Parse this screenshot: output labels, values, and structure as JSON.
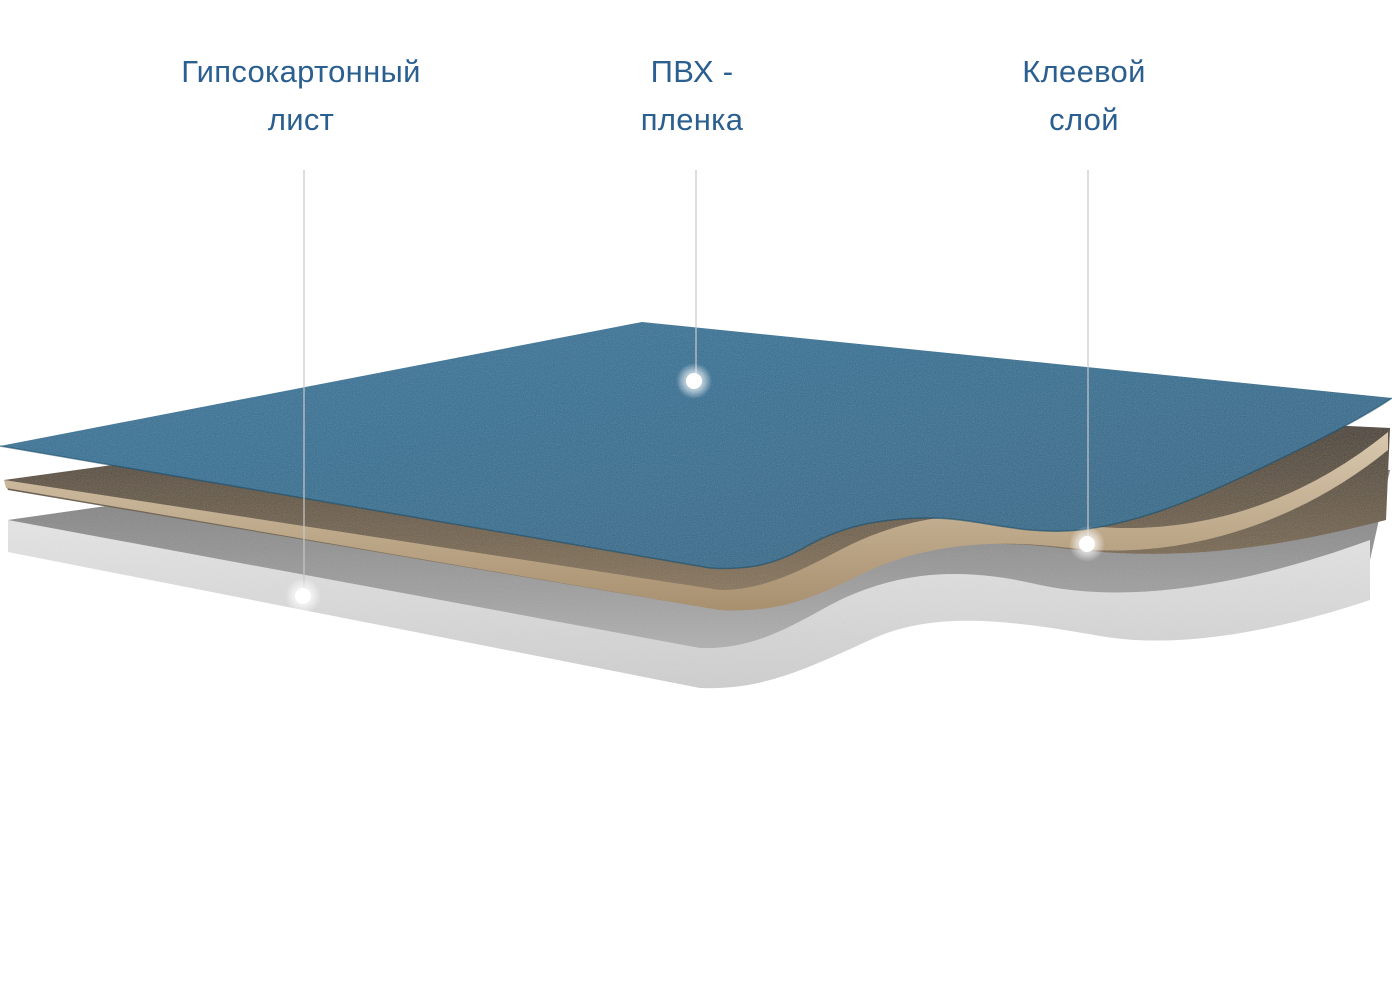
{
  "labels": {
    "gypsum": {
      "line1": "Гипсокартонный",
      "line2": "лист"
    },
    "pvc": {
      "line1": "ПВХ -",
      "line2": "пленка"
    },
    "glue": {
      "line1": "Клеевой",
      "line2": "слой"
    }
  },
  "colors": {
    "label_text": "#2b5f8f",
    "pvc_film": "#2e7295",
    "glue_layer": "#c8b49a",
    "gypsum_board": "#d6d6d6",
    "leader_line": "#c8c8c8"
  }
}
